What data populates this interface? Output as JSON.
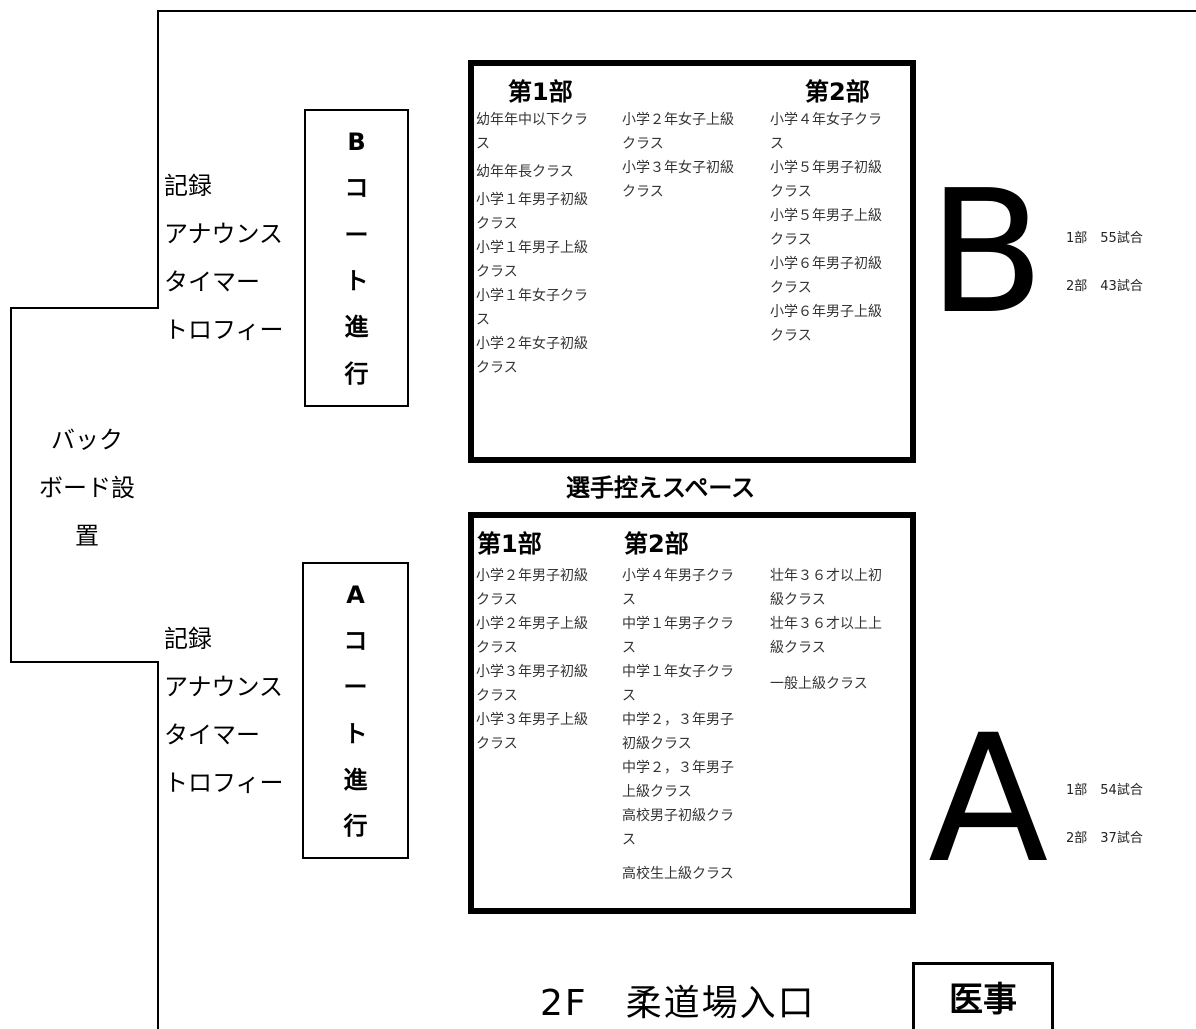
{
  "backboard": {
    "lines": [
      "バック",
      "ボード設",
      "置"
    ]
  },
  "court_b": {
    "roles": [
      "記録",
      "アナウンス",
      "タイマー",
      "トロフィー"
    ],
    "progress_chars": [
      "B",
      "コ",
      "ー",
      "ト",
      "進",
      "行"
    ],
    "part1_label": "第1部",
    "part2_label": "第2部",
    "col1": [
      "幼年年中以下クラ",
      "ス",
      "幼年年長クラス",
      "小学１年男子初級",
      "クラス",
      "小学１年男子上級",
      "クラス",
      "小学１年女子クラ",
      "ス",
      "小学２年女子初級",
      "クラス"
    ],
    "col2": [
      "小学２年女子上級",
      "クラス",
      "小学３年女子初級",
      "クラス"
    ],
    "col3": [
      "小学４年女子クラ",
      "ス",
      "小学５年男子初級",
      "クラス",
      "小学５年男子上級",
      "クラス",
      "小学６年男子初級",
      "クラス",
      "小学６年男子上級",
      "クラス"
    ],
    "letter": "B",
    "counts": [
      "1部　55試合",
      "2部　43試合"
    ]
  },
  "waiting_space": "選手控えスペース",
  "court_a": {
    "roles": [
      "記録",
      "アナウンス",
      "タイマー",
      "トロフィー"
    ],
    "progress_chars": [
      "A",
      "コ",
      "ー",
      "ト",
      "進",
      "行"
    ],
    "part1_label": "第1部",
    "part2_label": "第2部",
    "col1": [
      "小学２年男子初級",
      "クラス",
      "小学２年男子上級",
      "クラス",
      "小学３年男子初級",
      "クラス",
      "小学３年男子上級",
      "クラス"
    ],
    "col2": [
      "小学４年男子クラ",
      "ス",
      "中学１年男子クラ",
      "ス",
      "中学１年女子クラ",
      "ス",
      "中学２，３年男子",
      "初級クラス",
      "中学２，３年男子",
      "上級クラス",
      "高校男子初級クラ",
      "ス",
      "",
      "高校生上級クラス"
    ],
    "col3": [
      "壮年３６才以上初",
      "級クラス",
      "壮年３６才以上上",
      "級クラス",
      "",
      "一般上級クラス"
    ],
    "letter": "A",
    "counts": [
      "1部　54試合",
      "2部　37試合"
    ]
  },
  "entrance": "2F　柔道場入口",
  "medical": "医事"
}
